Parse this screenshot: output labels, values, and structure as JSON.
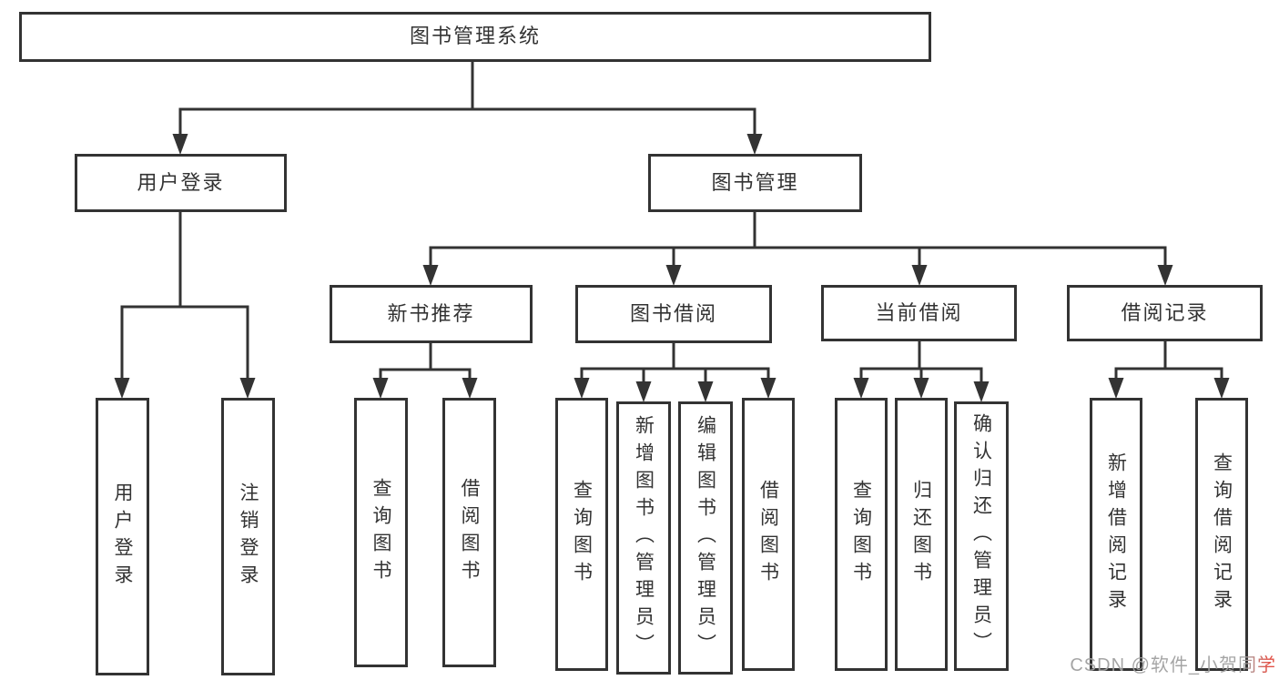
{
  "tree": {
    "root": {
      "label": "图书管理系统"
    },
    "branches": [
      {
        "label": "用户登录",
        "children": [
          {
            "label": "用户登录"
          },
          {
            "label": "注销登录"
          }
        ]
      },
      {
        "label": "图书管理",
        "children": [
          {
            "label": "新书推荐",
            "children": [
              {
                "label": "查询图书"
              },
              {
                "label": "借阅图书"
              }
            ]
          },
          {
            "label": "图书借阅",
            "children": [
              {
                "label": "查询图书"
              },
              {
                "label": "新增图书（管理员）"
              },
              {
                "label": "编辑图书（管理员）"
              },
              {
                "label": "借阅图书"
              }
            ]
          },
          {
            "label": "当前借阅",
            "children": [
              {
                "label": "查询图书"
              },
              {
                "label": "归还图书"
              },
              {
                "label": "确认归还（管理员）"
              }
            ]
          },
          {
            "label": "借阅记录",
            "children": [
              {
                "label": "新增借阅记录"
              },
              {
                "label": "查询借阅记录"
              }
            ]
          }
        ]
      }
    ]
  },
  "watermark": {
    "text": "CSDN @软件_小贺同学",
    "color": "#a0a0a0",
    "accent_color": "#e0473c"
  },
  "colors": {
    "line": "#333333",
    "border": "#333333",
    "text": "#333333",
    "background": "#ffffff"
  }
}
